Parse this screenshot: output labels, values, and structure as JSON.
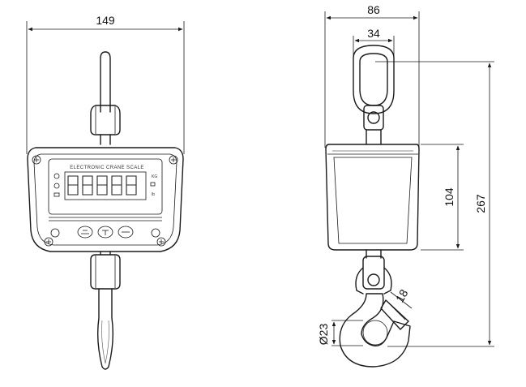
{
  "front_view": {
    "width_dim": "149",
    "display_title": "ELECTRONIC CRANE SCALE",
    "unit_kg": "KG",
    "unit_lb": "lb",
    "display_digits": 5
  },
  "side_view": {
    "width_dim": "86",
    "eye_width_dim": "34",
    "body_height_dim": "104",
    "total_height_dim": "267",
    "hook_throat_dim": "18",
    "hook_inner_dim": "Ø23"
  },
  "colors": {
    "line": "#1a1a1a",
    "background": "#ffffff"
  }
}
